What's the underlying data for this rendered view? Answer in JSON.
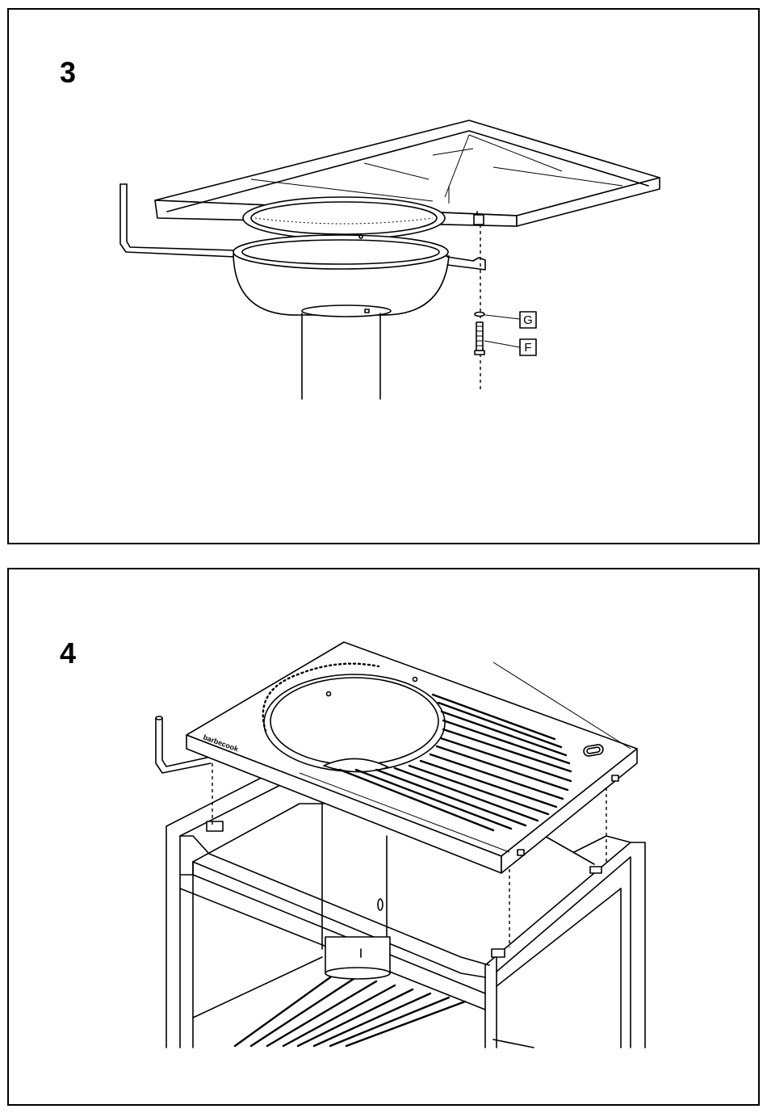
{
  "steps": [
    {
      "number": "3",
      "parts": [
        "G",
        "F"
      ]
    },
    {
      "number": "4",
      "brand_mark": "barbecook"
    }
  ]
}
